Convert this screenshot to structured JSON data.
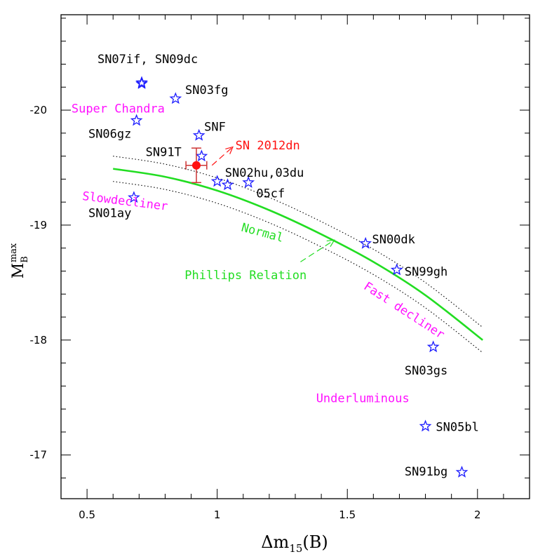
{
  "chart_data": {
    "type": "scatter",
    "xlabel": {
      "main": "Δm",
      "sub": "15",
      "tail": "(B)"
    },
    "ylabel": {
      "main": "M",
      "sub": "B",
      "sup": "max"
    },
    "xlim": [
      0.4,
      2.2
    ],
    "ylim": [
      -20.83,
      -16.62
    ],
    "y_reversed": true,
    "grid": false,
    "x_ticks": [
      {
        "value": 0.5,
        "label": "0.5"
      },
      {
        "value": 1.0,
        "label": "1"
      },
      {
        "value": 1.5,
        "label": "1.5"
      },
      {
        "value": 2.0,
        "label": "2"
      }
    ],
    "y_ticks": [
      {
        "value": -20,
        "label": "-20"
      },
      {
        "value": -19,
        "label": "-19"
      },
      {
        "value": -18,
        "label": "-18"
      },
      {
        "value": -17,
        "label": "-17"
      }
    ],
    "phillips_relation": {
      "x": [
        0.6,
        0.8,
        1.0,
        1.2,
        1.4,
        1.6,
        1.8,
        2.02
      ],
      "y": [
        -19.49,
        -19.42,
        -19.3,
        -19.13,
        -18.92,
        -18.68,
        -18.39,
        -18.0
      ],
      "offset": 0.11,
      "color": "#22dd22"
    },
    "supernovae": [
      {
        "x": 0.71,
        "y": -20.24,
        "color": "#1a1aff"
      },
      {
        "x": 0.71,
        "y": -20.23,
        "color": "#1a1aff"
      },
      {
        "x": 0.84,
        "y": -20.1,
        "color": "#1a1aff"
      },
      {
        "x": 0.69,
        "y": -19.91,
        "color": "#1a1aff"
      },
      {
        "x": 0.93,
        "y": -19.78,
        "color": "#1a1aff"
      },
      {
        "x": 0.94,
        "y": -19.6,
        "color": "#1a1aff"
      },
      {
        "x": 1.0,
        "y": -19.38,
        "color": "#1a1aff"
      },
      {
        "x": 1.04,
        "y": -19.35,
        "color": "#1a1aff"
      },
      {
        "x": 1.12,
        "y": -19.37,
        "color": "#1a1aff"
      },
      {
        "x": 0.68,
        "y": -19.24,
        "color": "#1a1aff"
      },
      {
        "x": 1.57,
        "y": -18.84,
        "color": "#1a1aff"
      },
      {
        "x": 1.69,
        "y": -18.61,
        "color": "#1a1aff"
      },
      {
        "x": 1.83,
        "y": -17.94,
        "color": "#1a1aff"
      },
      {
        "x": 1.8,
        "y": -17.25,
        "color": "#1a1aff"
      },
      {
        "x": 1.94,
        "y": -16.85,
        "color": "#1a1aff"
      }
    ],
    "sn2012dn": {
      "x": 0.92,
      "y": -19.52,
      "xerr": 0.04,
      "yerr_up": 0.15,
      "yerr_down": 0.15,
      "color": "#ff1111",
      "errcolor": "#cc3333"
    },
    "labels": [
      {
        "text": "SN07if, SN09dc",
        "x": 0.54,
        "y": -20.41,
        "color": "#000000"
      },
      {
        "text": "SN03fg",
        "x": 0.877,
        "y": -20.14,
        "color": "#000000"
      },
      {
        "text": "Super Chandra",
        "x": 0.44,
        "y": -19.98,
        "color": "#ff11ff"
      },
      {
        "text": "SN06gz",
        "x": 0.505,
        "y": -19.76,
        "color": "#000000"
      },
      {
        "text": "SNF",
        "x": 0.95,
        "y": -19.82,
        "color": "#000000"
      },
      {
        "text": "SN 2012dn",
        "x": 1.07,
        "y": -19.66,
        "color": "#ff1111"
      },
      {
        "text": "SN91T",
        "x": 0.725,
        "y": -19.6,
        "color": "#000000"
      },
      {
        "text": "SN02hu,03du",
        "x": 1.03,
        "y": -19.42,
        "color": "#000000"
      },
      {
        "text": "Slowdecliner",
        "x": 0.48,
        "y": -19.22,
        "color": "#ff11ff",
        "rotate": 7
      },
      {
        "text": "05cf",
        "x": 1.15,
        "y": -19.24,
        "color": "#000000"
      },
      {
        "text": "SN01ay",
        "x": 0.505,
        "y": -19.07,
        "color": "#000000"
      },
      {
        "text": "Normal",
        "x": 1.09,
        "y": -18.95,
        "color": "#22dd22",
        "rotate": 15
      },
      {
        "text": "SN00dk",
        "x": 1.595,
        "y": -18.84,
        "color": "#000000"
      },
      {
        "text": "Phillips Relation",
        "x": 0.875,
        "y": -18.53,
        "color": "#22dd22"
      },
      {
        "text": "SN99gh",
        "x": 1.72,
        "y": -18.56,
        "color": "#000000"
      },
      {
        "text": "Fast decliner",
        "x": 1.56,
        "y": -18.45,
        "color": "#ff11ff",
        "rotate": 33
      },
      {
        "text": "SN03gs",
        "x": 1.72,
        "y": -17.7,
        "color": "#000000"
      },
      {
        "text": "Underluminous",
        "x": 1.38,
        "y": -17.46,
        "color": "#ff11ff"
      },
      {
        "text": "SN05bl",
        "x": 1.84,
        "y": -17.21,
        "color": "#000000"
      },
      {
        "text": "SN91bg",
        "x": 1.72,
        "y": -16.82,
        "color": "#000000"
      }
    ],
    "arrows": [
      {
        "from": [
          0.98,
          -19.52
        ],
        "to": [
          1.06,
          -19.68
        ],
        "color": "#ff1111"
      },
      {
        "from": [
          1.32,
          -18.68
        ],
        "to": [
          1.45,
          -18.87
        ],
        "color": "#22dd22"
      }
    ]
  }
}
